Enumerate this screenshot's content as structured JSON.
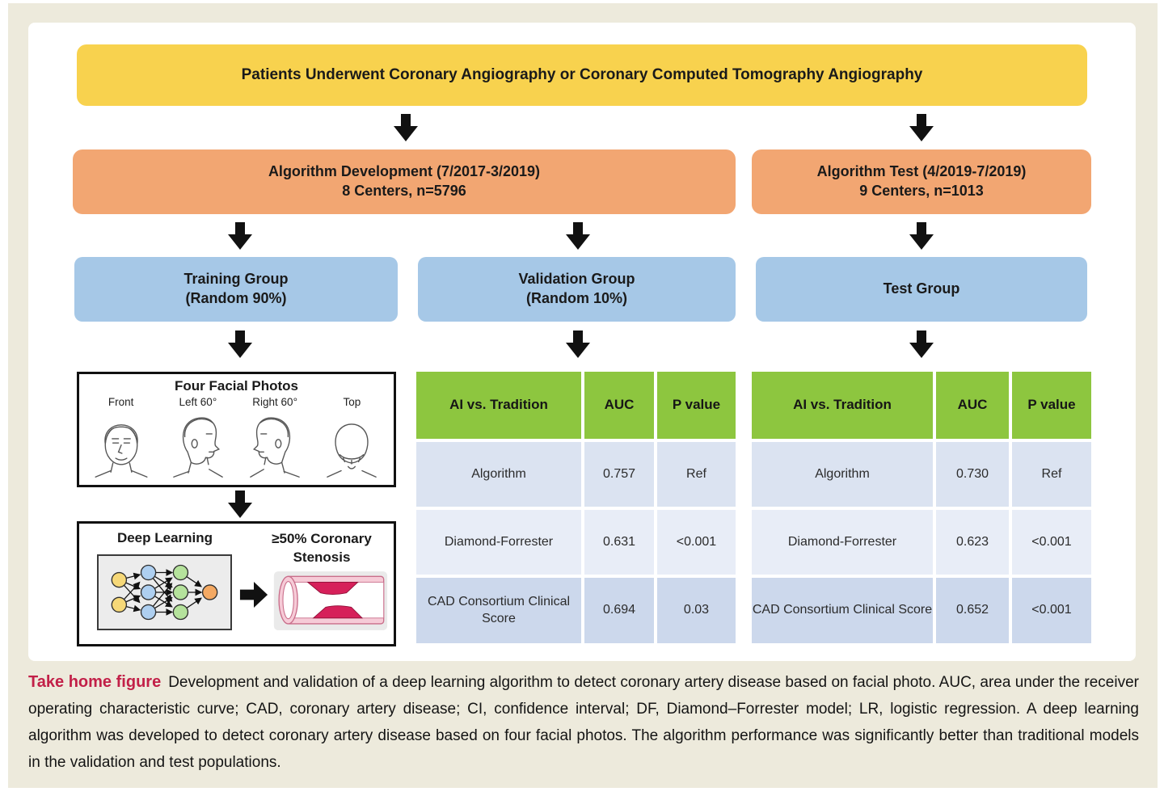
{
  "colors": {
    "panel_cream": "#edeadc",
    "yellow_box": "#f8d24e",
    "orange_box": "#f2a672",
    "blue_box": "#a6c8e7",
    "green_header": "#8dc63f",
    "row_light": "#dbe3f1",
    "row_lighter": "#e8edf7",
    "row_dark": "#ccd8ec",
    "caption_red": "#c22048",
    "arrow_black": "#111111"
  },
  "flow": {
    "top_box": "Patients Underwent Coronary Angiography or Coronary Computed Tomography Angiography",
    "development_box": {
      "line1": "Algorithm Development (7/2017-3/2019)",
      "line2": "8 Centers, n=5796"
    },
    "test_box": {
      "line1": "Algorithm Test (4/2019-7/2019)",
      "line2": "9 Centers, n=1013"
    },
    "training_group": {
      "line1": "Training Group",
      "line2": "(Random 90%)"
    },
    "validation_group": {
      "line1": "Validation Group",
      "line2": "(Random 10%)"
    },
    "test_group": {
      "line1": "Test Group"
    }
  },
  "facial_panel": {
    "title": "Four Facial Photos",
    "views": [
      "Front",
      "Left 60°",
      "Right 60°",
      "Top"
    ]
  },
  "deep_panel": {
    "title": "Deep Learning",
    "outcome_line1": "≥50% Coronary",
    "outcome_line2": "Stenosis"
  },
  "tables": [
    {
      "name": "validation",
      "columns": [
        "AI vs. Tradition",
        "AUC",
        "P value"
      ],
      "rows": [
        [
          "Algorithm",
          "0.757",
          "Ref"
        ],
        [
          "Diamond-Forrester",
          "0.631",
          "<0.001"
        ],
        [
          "CAD Consortium Clinical Score",
          "0.694",
          "0.03"
        ]
      ]
    },
    {
      "name": "test",
      "columns": [
        "AI vs. Tradition",
        "AUC",
        "P value"
      ],
      "rows": [
        [
          "Algorithm",
          "0.730",
          "Ref"
        ],
        [
          "Diamond-Forrester",
          "0.623",
          "<0.001"
        ],
        [
          "CAD Consortium Clinical Score",
          "0.652",
          "<0.001"
        ]
      ]
    }
  ],
  "caption": {
    "label": "Take home figure",
    "text": "Development and validation of a deep learning algorithm to detect coronary artery disease based on facial photo. AUC, area under the receiver operating characteristic curve; CAD, coronary artery disease; CI, confidence interval; DF, Diamond–Forrester model; LR, logistic regression. A deep learning algorithm was developed to detect coronary artery disease based on four facial photos. The algorithm performance was significantly better than traditional models in the validation and test populations."
  },
  "chart_data": [
    {
      "type": "table",
      "title": "Validation Group: AI vs. Tradition",
      "columns": [
        "AI vs. Tradition",
        "AUC",
        "P value"
      ],
      "rows": [
        [
          "Algorithm",
          0.757,
          "Ref"
        ],
        [
          "Diamond-Forrester",
          0.631,
          "<0.001"
        ],
        [
          "CAD Consortium Clinical Score",
          0.694,
          "0.03"
        ]
      ]
    },
    {
      "type": "table",
      "title": "Test Group: AI vs. Tradition",
      "columns": [
        "AI vs. Tradition",
        "AUC",
        "P value"
      ],
      "rows": [
        [
          "Algorithm",
          0.73,
          "Ref"
        ],
        [
          "Diamond-Forrester",
          0.623,
          "<0.001"
        ],
        [
          "CAD Consortium Clinical Score",
          0.652,
          "<0.001"
        ]
      ]
    }
  ]
}
